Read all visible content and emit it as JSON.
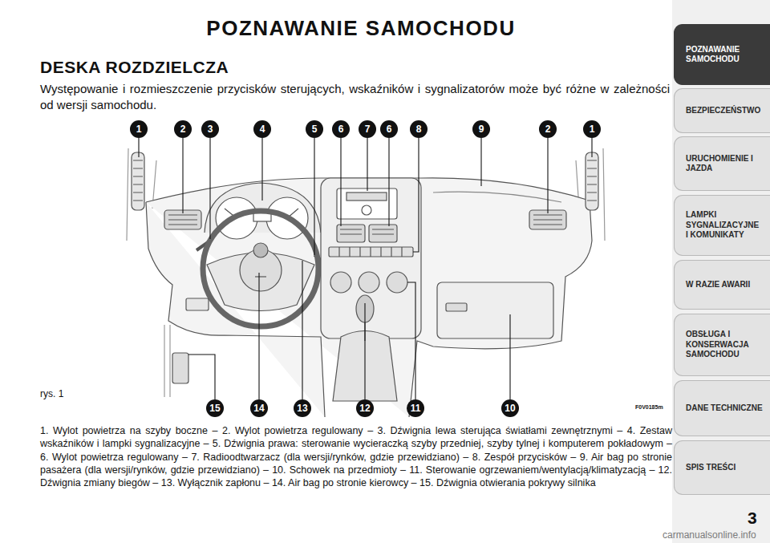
{
  "diagram": {
    "title": "POZNAWANIE SAMOCHODU",
    "caption": "1. Wylot powietrza na szyby boczne – 2. Wylot powietrza regulowany – 3. Dźwignia lewa sterująca światłami zewnętrznymi – 4. Zestaw wskaźników i lampki sygnalizacyjne – 5. Dźwignia prawa: sterowanie wycieraczką szyby przedniej, szyby tylnej i komputerem pokładowym – 6. Wylot powietrza regulowany – 7. Radioodtwarzacz (dla wersji/rynków, gdzie przewidziano) – 8. Zespół przycisków – 9. Air bag po stronie pasażera (dla wersji/rynków, gdzie przewidziano) – 10. Schowek na przedmioty – 11. Sterowanie ogrzewaniem/wentylacją/klimatyzacją – 12. Dźwignia zmiany biegów – 13. Wyłącznik zapłonu – 14. Air bag po stronie kierowcy – 15. Dźwignia otwierania pokrywy silnika",
    "nodes": [
      {
        "text": [
          "POZNAWANIE SAMOCHODU"
        ]
      },
      {
        "text": [
          "BEZPIECZEŃSTWO"
        ]
      },
      {
        "text": [
          "URUCHOMIENIE I JAZDA"
        ]
      },
      {
        "text": [
          "LAMPKI SYGNALIZACYJNE I KOMUNIKATY"
        ]
      },
      {
        "text": [
          "W RAZIE AWARII"
        ]
      },
      {
        "text": [
          "OBSŁUGA I KONSERWACJA SAMOCHODU"
        ]
      },
      {
        "text": [
          "DANE TECHNICZNE"
        ]
      },
      {
        "text": [
          "SPIS TREŚCI"
        ]
      }
    ],
    "labels": [
      "DESKA ROZDZIELCZA",
      "Występowanie i rozmieszczenie przycisków sterujących, wskaźników i sygnalizatorów może być różne w zależności od wersji samochodu.",
      "1",
      "2",
      "3",
      "4",
      "5",
      "6",
      "7",
      "6",
      "8",
      "9",
      "2",
      "1",
      "15",
      "14",
      "13",
      "12",
      "11",
      "10",
      "rys. 1",
      "F0V0185m",
      "3",
      "carmanualsonline.info"
    ]
  }
}
